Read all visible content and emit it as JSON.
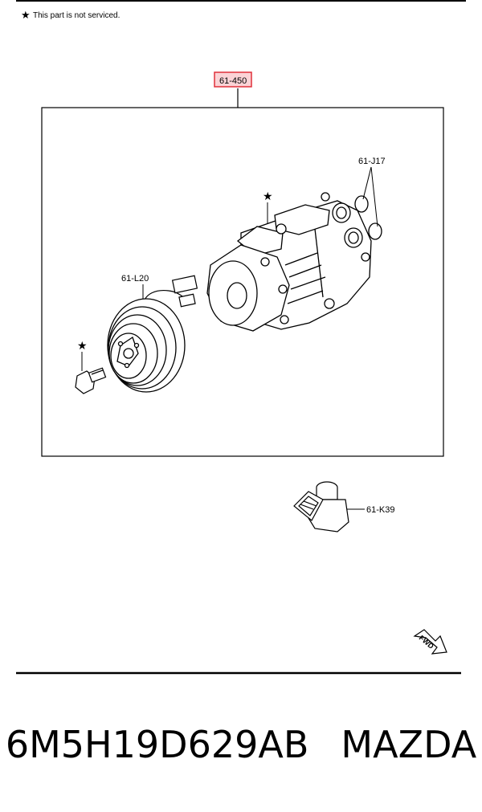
{
  "legend": {
    "star": "★",
    "note": "This part is not serviced."
  },
  "callouts": {
    "assembly": "61-450",
    "orings": "61-J17",
    "connector": "61-L20",
    "switch": "61-K39"
  },
  "arrow_label": "FWD",
  "footer": {
    "part_number": "6M5H19D629AB",
    "brand": "MAZDA"
  },
  "colors": {
    "highlight": "#e0303a",
    "highlight_fill": "#fbd3d6",
    "line": "#000000"
  },
  "icons": [
    "star-icon",
    "fwd-arrow-icon"
  ]
}
